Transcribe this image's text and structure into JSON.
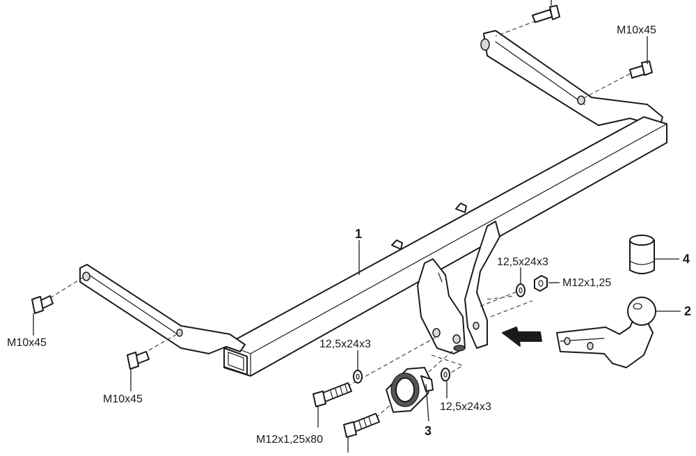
{
  "labels": {
    "part1": "1",
    "part2": "2",
    "part3": "3",
    "part4": "4",
    "bolt_top_right": "M10x45",
    "bolt_left_upper": "M10x45",
    "bolt_left_lower": "M10x45",
    "washer_upper": "12,5x24x3",
    "nut": "M12x1,25",
    "washer_mid": "12,5x24x3",
    "washer_lower": "12,5x24x3",
    "bolt_bottom": "M12x1,25x80"
  }
}
